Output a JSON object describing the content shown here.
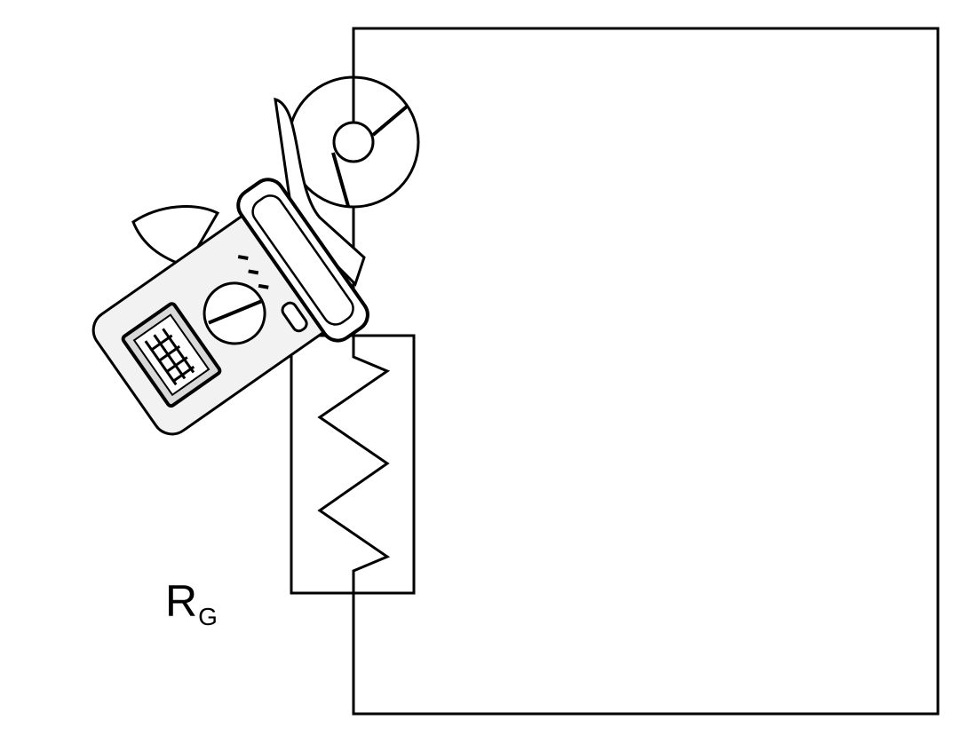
{
  "diagram": {
    "resistor_label": {
      "main": "R",
      "sub": "G"
    },
    "colors": {
      "stroke": "#000000",
      "background": "#ffffff",
      "meter_body": "#f2f2f2",
      "lcd": "#d9d9d9"
    },
    "elements": [
      "circuit-loop",
      "ground-resistor",
      "clamp-meter"
    ]
  }
}
